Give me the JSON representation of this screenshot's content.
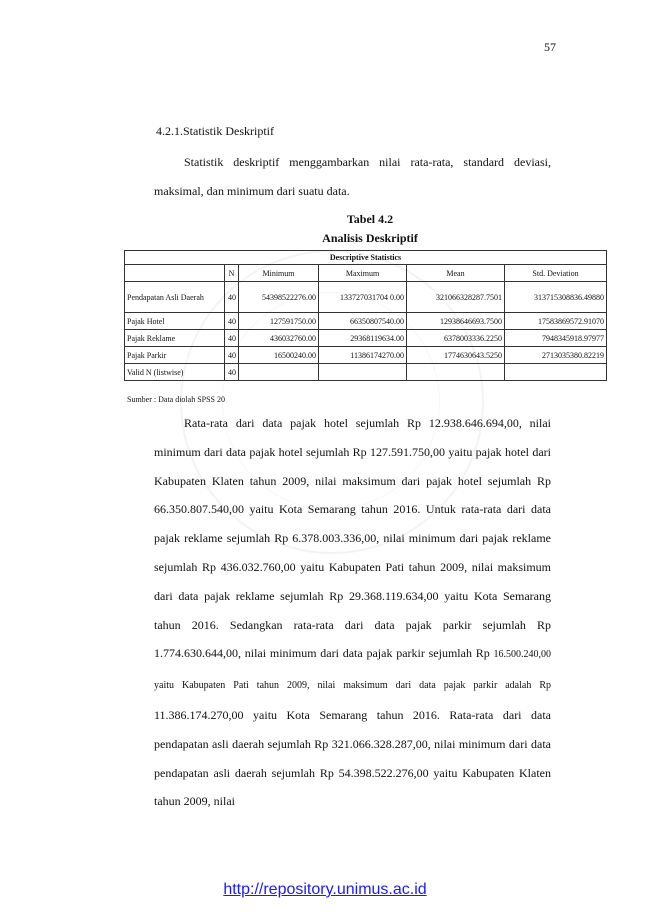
{
  "page_number": "57",
  "heading": "4.2.1.Statistik Deskriptif",
  "intro_paragraph": "Statistik deskriptif menggambarkan nilai rata-rata, standard deviasi, maksimal, dan minimum dari suatu data.",
  "table": {
    "title": "Tabel 4.2",
    "subtitle": "Analisis Deskriptif",
    "caption": "Descriptive Statistics",
    "headers": [
      "",
      "N",
      "Minimum",
      "Maximum",
      "Mean",
      "Std. Deviation"
    ],
    "rows": [
      {
        "label": "Pendapatan Asli Daerah",
        "n": "40",
        "min": "54398522276.00",
        "max": "133727031704 0.00",
        "mean": "321066328287.7501",
        "std": "313715308836.49880"
      },
      {
        "label": "Pajak Hotel",
        "n": "40",
        "min": "127591750.00",
        "max": "66350807540.00",
        "mean": "12938646693.7500",
        "std": "17583869572.91070"
      },
      {
        "label": "Pajak Reklame",
        "n": "40",
        "min": "436032760.00",
        "max": "29368119634.00",
        "mean": "6378003336.2250",
        "std": "7948345918.97977"
      },
      {
        "label": "Pajak Parkir",
        "n": "40",
        "min": "16500240.00",
        "max": "11386174270.00",
        "mean": "1774630643.5250",
        "std": "2713035380.82219"
      },
      {
        "label": "Valid N (listwise)",
        "n": "40",
        "min": "",
        "max": "",
        "mean": "",
        "std": ""
      }
    ],
    "source": "Sumber : Data diolah SPSS 20"
  },
  "body_paragraph": {
    "part1": "Rata-rata dari data pajak hotel sejumlah Rp 12.938.646.694,00, nilai minimum dari data pajak hotel sejumlah Rp 127.591.750,00 yaitu pajak hotel dari Kabupaten Klaten tahun 2009, nilai maksimum dari pajak hotel sejumlah Rp 66.350.807.540,00 yaitu Kota Semarang tahun 2016. Untuk rata-rata dari data pajak reklame sejumlah Rp 6.378.003.336,00, nilai minimum dari pajak reklame sejumlah Rp 436.032.760,00 yaitu Kabupaten Pati tahun 2009, nilai maksimum dari data pajak reklame sejumlah Rp 29.368.119.634,00 yaitu Kota Semarang tahun 2016. Sedangkan rata-rata dari data pajak parkir sejumlah Rp 1.774.630.644,00, nilai minimum dari data pajak parkir sejumlah Rp ",
    "part2_small": "16.500.240,00 yaitu Kabupaten Pati tahun 2009, nilai maksimum dari data pajak parkir adalah Rp",
    "part3": " 11.386.174.270,00 yaitu Kota Semarang tahun 2016. Rata-rata dari data pendapatan asli daerah sejumlah Rp 321.066.328.287,00, nilai minimum dari data pendapatan asli daerah sejumlah Rp 54.398.522.276,00 yaitu Kabupaten Klaten tahun 2009, nilai"
  },
  "footer_link": "http://repository.unimus.ac.id"
}
